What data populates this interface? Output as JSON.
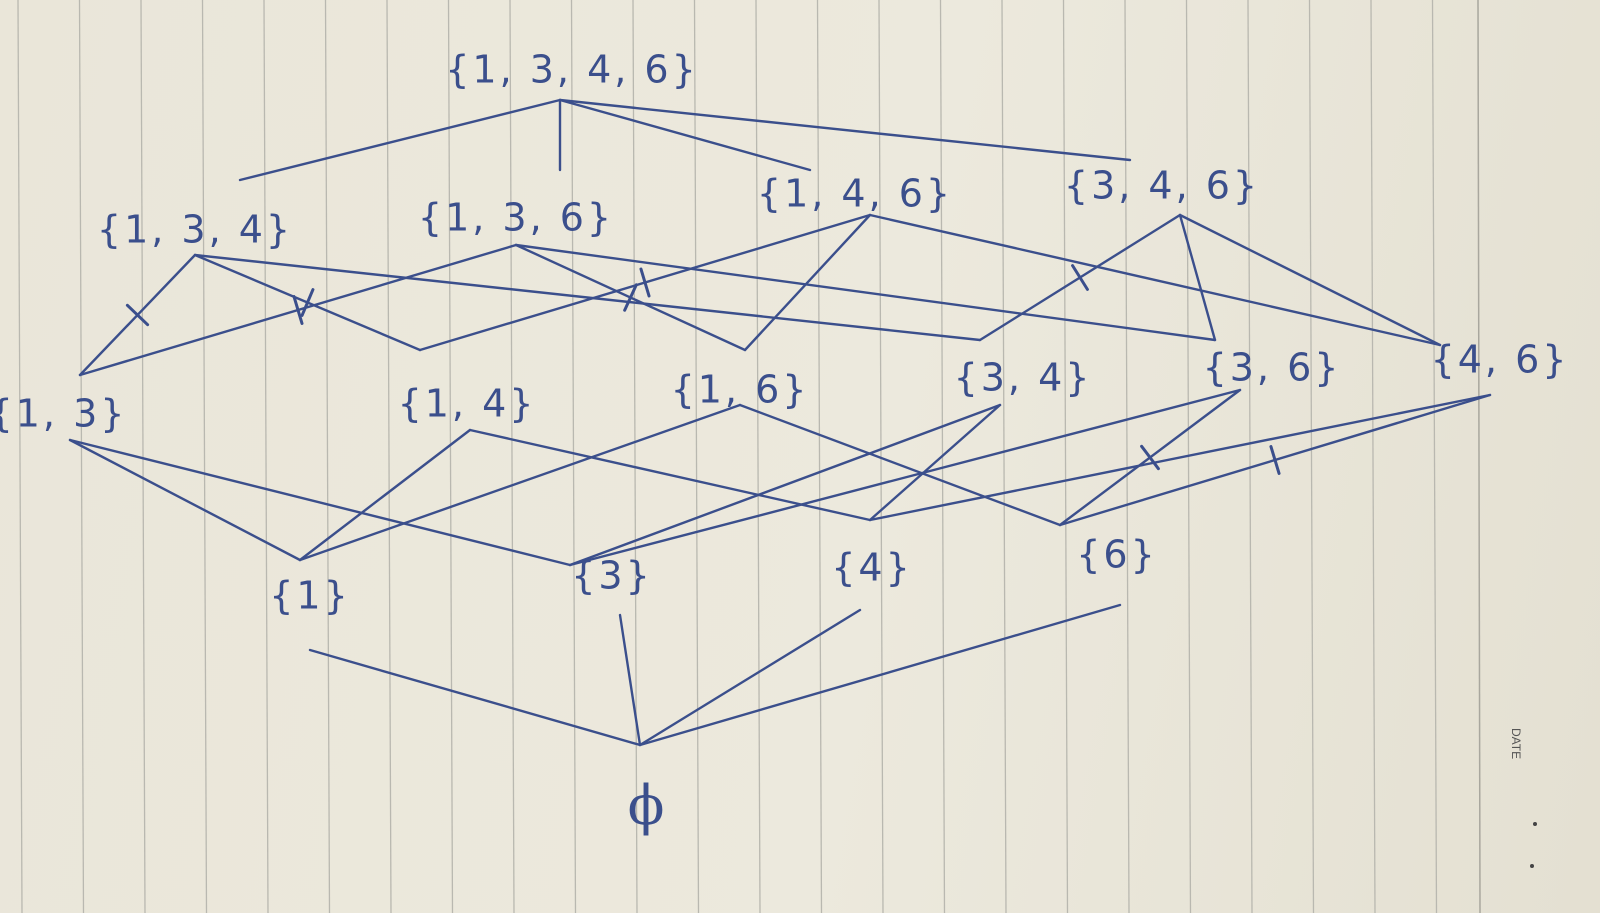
{
  "colors": {
    "ink": "#3b4f8c",
    "paper": "#ece9dd",
    "rule": "#b9b8b0"
  },
  "sidebar": {
    "date_label": "DATE"
  },
  "nodes": [
    {
      "id": "n1346",
      "label": "{1, 3, 4, 6}"
    },
    {
      "id": "n134",
      "label": "{1, 3, 4}"
    },
    {
      "id": "n136",
      "label": "{1, 3, 6}"
    },
    {
      "id": "n146",
      "label": "{1, 4, 6}"
    },
    {
      "id": "n346",
      "label": "{3, 4, 6}"
    },
    {
      "id": "n13",
      "label": "{1, 3}"
    },
    {
      "id": "n14",
      "label": "{1, 4}"
    },
    {
      "id": "n16",
      "label": "{1, 6}"
    },
    {
      "id": "n34",
      "label": "{3, 4}"
    },
    {
      "id": "n36",
      "label": "{3, 6}"
    },
    {
      "id": "n46",
      "label": "{4, 6}"
    },
    {
      "id": "n1",
      "label": "{1}"
    },
    {
      "id": "n3",
      "label": "{3}"
    },
    {
      "id": "n4",
      "label": "{4}"
    },
    {
      "id": "n6",
      "label": "{6}"
    },
    {
      "id": "n0",
      "label": "ϕ"
    }
  ],
  "edges": [
    {
      "from": "n1346",
      "to": "n134"
    },
    {
      "from": "n1346",
      "to": "n136"
    },
    {
      "from": "n1346",
      "to": "n146"
    },
    {
      "from": "n1346",
      "to": "n346"
    },
    {
      "from": "n134",
      "to": "n13",
      "crossed": true
    },
    {
      "from": "n134",
      "to": "n14",
      "crossed": true
    },
    {
      "from": "n134",
      "to": "n34"
    },
    {
      "from": "n136",
      "to": "n13",
      "crossed": true
    },
    {
      "from": "n136",
      "to": "n16",
      "crossed": true
    },
    {
      "from": "n136",
      "to": "n36"
    },
    {
      "from": "n146",
      "to": "n14",
      "crossed": true
    },
    {
      "from": "n146",
      "to": "n16"
    },
    {
      "from": "n146",
      "to": "n46"
    },
    {
      "from": "n346",
      "to": "n34",
      "crossed": true
    },
    {
      "from": "n346",
      "to": "n36"
    },
    {
      "from": "n346",
      "to": "n46"
    },
    {
      "from": "n13",
      "to": "n1"
    },
    {
      "from": "n13",
      "to": "n3"
    },
    {
      "from": "n14",
      "to": "n1"
    },
    {
      "from": "n14",
      "to": "n4"
    },
    {
      "from": "n16",
      "to": "n1"
    },
    {
      "from": "n16",
      "to": "n6"
    },
    {
      "from": "n34",
      "to": "n3"
    },
    {
      "from": "n34",
      "to": "n4"
    },
    {
      "from": "n36",
      "to": "n3"
    },
    {
      "from": "n36",
      "to": "n6",
      "crossed": true
    },
    {
      "from": "n46",
      "to": "n4"
    },
    {
      "from": "n46",
      "to": "n6",
      "crossed": true
    },
    {
      "from": "n1",
      "to": "n0"
    },
    {
      "from": "n3",
      "to": "n0"
    },
    {
      "from": "n4",
      "to": "n0"
    },
    {
      "from": "n6",
      "to": "n0"
    }
  ]
}
